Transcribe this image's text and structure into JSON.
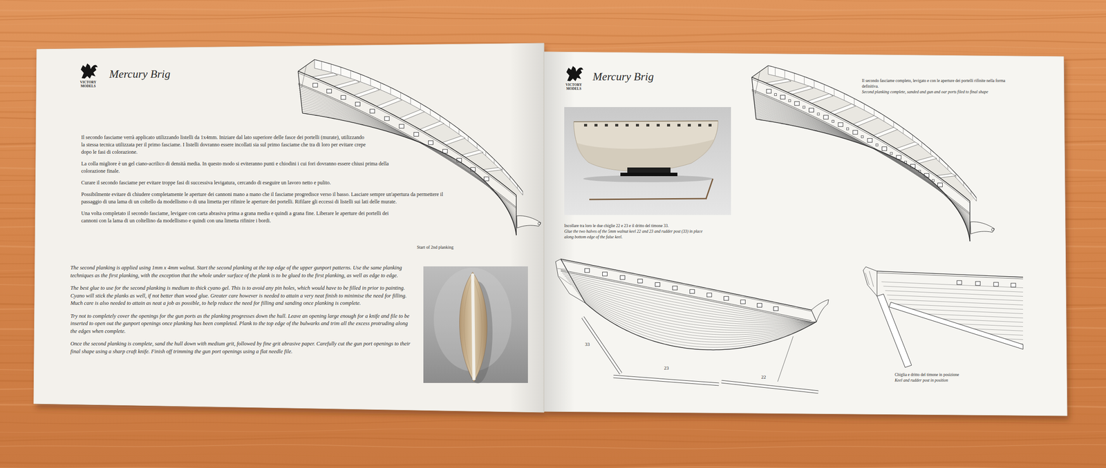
{
  "diagram": {
    "title": "Mercury Brig",
    "labels": [
      "VICTORY MODELS",
      "Il secondo fasciame verrà applicato utilizzando listelli da 1x4mm. Iniziare dal lato superiore delle fasce dei portelli (murate), utilizzando la stessa tecnica utilizzata per il primo fasciame. I listelli dovranno essere incollati sia sul primo fasciame che tra di loro per evitare crepe dopo le fasi di colorazione.",
      "La colla migliore è un gel ciano-acrilico di densità media. In questo modo si eviteranno punti e chiodini i cui fori dovranno essere chiusi prima della colorazione finale.",
      "Curare il secondo fasciame per evitare troppe fasi di successiva levigatura, cercando di eseguire un lavoro netto e pulito.",
      "Possibilmente evitare di chiudere completamente le aperture dei cannoni mano a mano che il fasciame progredisce verso il basso. Lasciare sempre un'apertura da permettere il passaggio di una lama di un coltello da modellismo o di una limetta per rifinire le aperture dei portelli. Rifilare gli eccessi di listelli sui lati delle murate.",
      "Una volta completato il secondo fasciame, levigare con carta abrasiva prima a grana media e quindi a grana fine. Liberare le aperture dei portelli dei cannoni con la lama di un coltellino da modellismo e quindi con una limetta rifinire i bordi.",
      "Start of 2nd planking",
      "The second planking is applied using 1mm x 4mm walnut. Start the second planking at the top edge of the upper gunport patterns. Use the same planking techniques as the first planking, with the exception that the whole under surface of the plank is to be glued to the first planking, as well as edge to edge.",
      "The best glue to use for the second planking is medium to thick cyano gel. This is to avoid any pin holes, which would have to be filled in prior to painting. Cyano will stick the planks as well, if not better than wood glue. Greater care however is needed to attain a very neat finish to minimise the need for filling. Much care is also needed to attain as neat a job as possible, to help reduce the need for filling and sanding once planking is complete.",
      "Try not to completely cover the openings for the gun ports as the planking progresses down the hull. Leave an opening large enough for a knife and file to be inserted to open out the gunport openings once planking has been completed. Plank to the top edge of the bulwarks and trim all the excess protruding along the edges when complete.",
      "Once the second planking is complete, sand the hull down with medium grit, followed by fine grit abrasive paper. Carefully cut the gun port openings to their final shape using a sharp craft knife. Finish off trimming the gun port openings using a flat needle file.",
      "VICTORY MODELS",
      "Mercury Brig",
      "Il secondo fasciame completo, levigato e con le aperture dei portelli rifinite nella forma definitiva.",
      "Second planking complete, sanded and gun and oar ports filed to final shape",
      "Incollare tra loro le due chiglie 22 e 23 e il dritto del timone 33.",
      "Glue the two halves of the 5mm walnut keel 22 and 23 and rudder post (33) in place along bottom edge of the false keel.",
      "33",
      "23",
      "22",
      "Chiglia e dritto del timone in posizione",
      "Keel and rudder post in position"
    ]
  }
}
